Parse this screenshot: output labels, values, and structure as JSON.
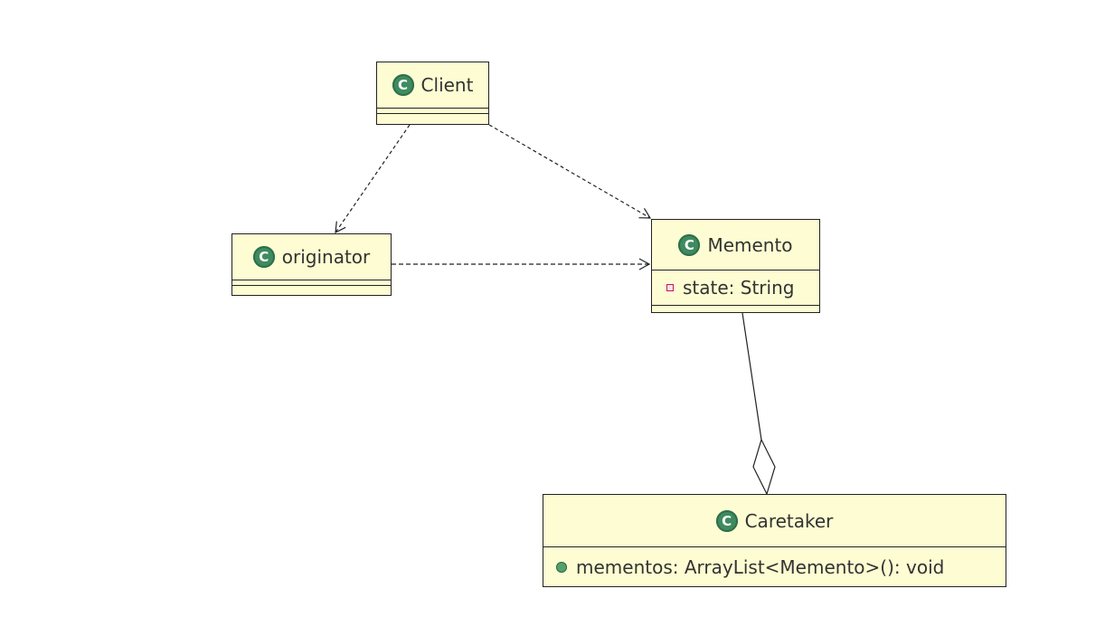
{
  "diagram": {
    "classes": {
      "client": {
        "icon": "class-icon",
        "icon_glyph": "C",
        "name": "Client"
      },
      "originator": {
        "icon": "class-icon",
        "icon_glyph": "C",
        "name": "originator"
      },
      "memento": {
        "icon": "class-icon",
        "icon_glyph": "C",
        "name": "Memento",
        "attributes": [
          {
            "visibility_icon": "private-field-icon",
            "text": "state: String"
          }
        ]
      },
      "caretaker": {
        "icon": "class-icon",
        "icon_glyph": "C",
        "name": "Caretaker",
        "attributes": [
          {
            "visibility_icon": "public-member-icon",
            "text": "mementos: ArrayList<Memento>(): void"
          }
        ]
      }
    },
    "relationships": [
      {
        "from": "Client",
        "to": "originator",
        "type": "dependency"
      },
      {
        "from": "Client",
        "to": "Memento",
        "type": "dependency"
      },
      {
        "from": "originator",
        "to": "Memento",
        "type": "dependency"
      },
      {
        "from": "Caretaker",
        "to": "Memento",
        "type": "aggregation"
      }
    ],
    "colors": {
      "class_fill": "#fdfcd2",
      "class_border": "#222222",
      "class_icon": "#3f8a5f",
      "private_marker": "#c2185b",
      "public_marker": "#55a06c",
      "line": "#222222"
    }
  }
}
